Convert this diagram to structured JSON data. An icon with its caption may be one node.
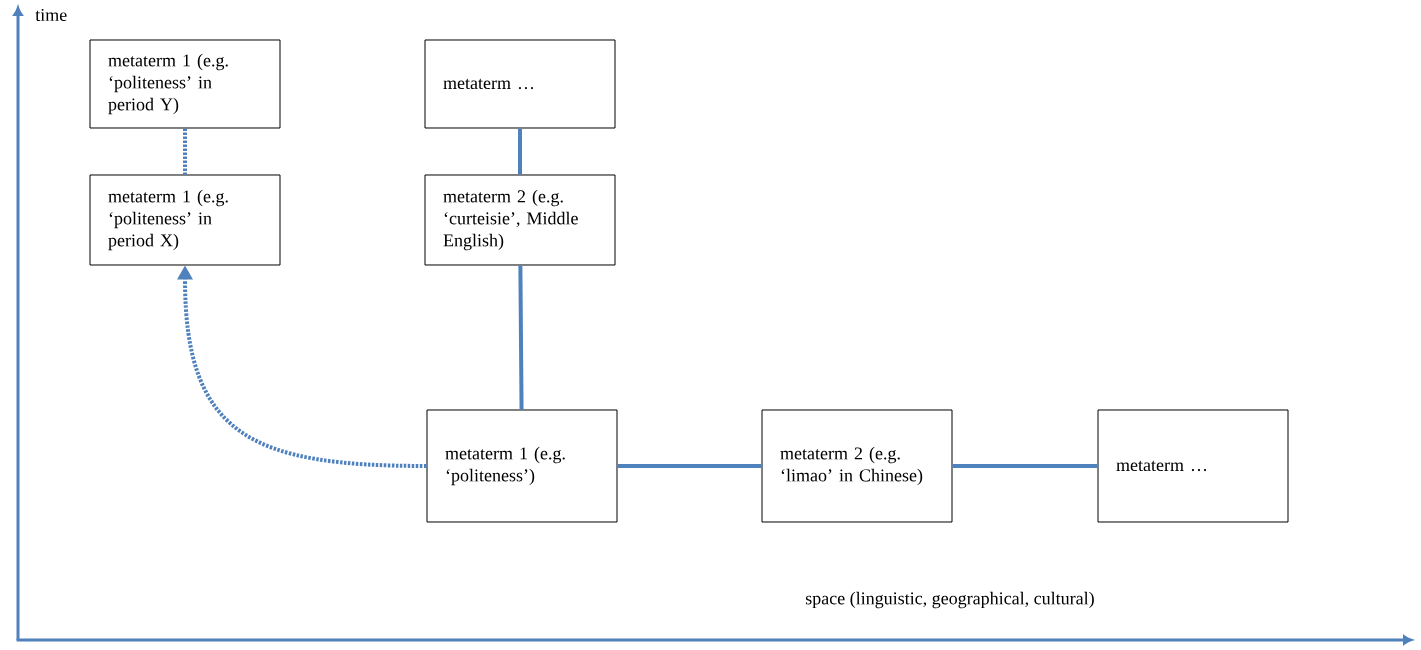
{
  "diagram": {
    "nodes": [
      {
        "text": [
          "metaterm 1 (e.g. ‘politeness’ in period Y)"
        ]
      },
      {
        "text": [
          "metaterm …"
        ]
      },
      {
        "text": [
          "metaterm 1 (e.g. ‘politeness’ in period X)"
        ]
      },
      {
        "text": [
          "metaterm 2 (e.g. ‘curteisie’, Middle English)"
        ]
      },
      {
        "text": [
          "metaterm 1 (e.g. ‘politeness’)"
        ]
      },
      {
        "text": [
          "metaterm 2 (e.g. ‘limao’ in Chinese)"
        ]
      },
      {
        "text": [
          "metaterm …"
        ]
      }
    ],
    "edges": [
      {
        "from": 0,
        "to": 2,
        "arrow": "none",
        "style": "dashed"
      },
      {
        "from": 1,
        "to": 3,
        "arrow": "none"
      },
      {
        "from": 3,
        "to": 4,
        "arrow": "none"
      },
      {
        "from": 4,
        "to": 5,
        "arrow": "none"
      },
      {
        "from": 5,
        "to": 6,
        "arrow": "none"
      },
      {
        "from": 4,
        "to": 2,
        "arrow": "to",
        "style": "dashed"
      }
    ],
    "labels": [
      "time",
      "space (linguistic, geographical, cultural)"
    ]
  }
}
